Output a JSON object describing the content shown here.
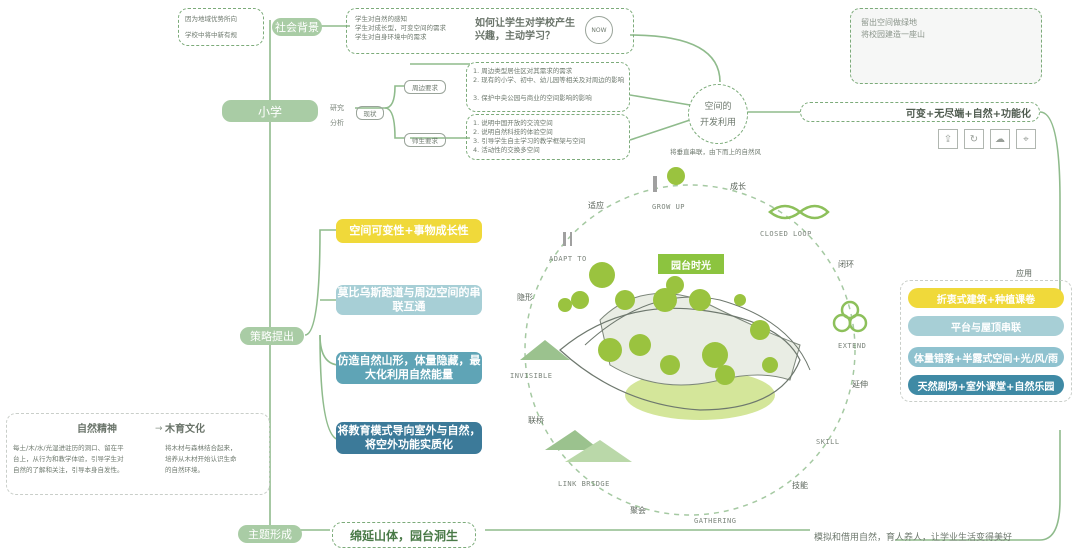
{
  "top_left": {
    "bg_line1": "因为地域优势所向",
    "bg_line2": "学校中将中新有规",
    "social_label": "社会背景",
    "social_desc": [
      "学生对自然的感知",
      "学生对成长型，可变空间的需求",
      "学生对自身环境中的需求"
    ],
    "question": "如何让学生对学校产生兴趣，主动学习？",
    "now_badge": "NOW"
  },
  "top_right": {
    "line1": "留出空间做绿地",
    "line2": "将校园建造一座山"
  },
  "primary": {
    "label": "小学",
    "research": "研究",
    "analysis": "分析",
    "current": "现状",
    "surrounding_label": "周边要求",
    "surrounding_items": [
      "1. 周边类型居住区对其需求的需求",
      "2. 现有的小学、初中、幼儿园等相关及对周边的影响",
      "3. 保护中央公园与商业的空间影响的影响"
    ],
    "student_label": "师生要求",
    "student_items": [
      "1. 说明中国开放的交流空间",
      "2. 说明自然科技的体验空间",
      "3. 引导学生自主学习的教学框架与空间",
      "4. 活动性的交换多空间"
    ]
  },
  "space_circle": {
    "line1": "空间的",
    "line2": "开发利用"
  },
  "space_caption": "将垂直串联，由下而上的自然风",
  "right_goal": "可变+无尽端+自然+功能化",
  "strategy": {
    "label": "策略提出",
    "items": [
      "空间可变性+事物成长性",
      "莫比乌斯跑道与周边空间的串联互通",
      "仿造自然山形，体量隐藏，最大化利用自然能量",
      "将教育模式导向室外与自然，将空外功能实质化"
    ]
  },
  "nature": {
    "title1": "自然精神",
    "title2": "木育文化",
    "left_text": [
      "每土/木/水/光湿进驻历的洞口、留在平",
      "台上，从行为和教学体验，引导学生对",
      "自然的了解和关注，引导本身自发性。"
    ],
    "right_text": [
      "将木材与森林结合起来，",
      "培养从木材开始认识生命",
      "的自然环境。"
    ]
  },
  "theme": {
    "label": "主题形成",
    "slogan": "绵延山体，园台洞生",
    "bottom_text": "模拟和借用自然，育人养人，让学业生活变得美好"
  },
  "center": {
    "title": "园台时光",
    "nodes": {
      "grow_cn": "成长",
      "grow_en": "GROW UP",
      "adapt_cn": "适应",
      "adapt_en": "ADAPT TO",
      "closed_en": "CLOSED LOOP",
      "closed_cn": "闭环",
      "invisible_cn": "隐形",
      "invisible_en": "INVISIBLE",
      "extend_en": "EXTEND",
      "extend_cn": "延伸",
      "link_cn": "联桥",
      "link_en": "LINK BRIDGE",
      "skill_en": "SKILL",
      "skill_cn": "技能",
      "gather_cn": "聚会",
      "gather_en": "GATHERING"
    }
  },
  "application": {
    "label": "应用",
    "items": [
      "折衷式建筑+种植课卷",
      "平台与屋顶串联",
      "体量错落+半露式空间+光/风/雨",
      "天然剧场+室外课堂+自然乐园"
    ],
    "colors": [
      "#f0d93a",
      "#a7cfd6",
      "#8fc2cf",
      "#3f8aa5"
    ]
  },
  "icons": [
    "share-icon",
    "refresh-icon",
    "weather-icon",
    "location-icon"
  ]
}
